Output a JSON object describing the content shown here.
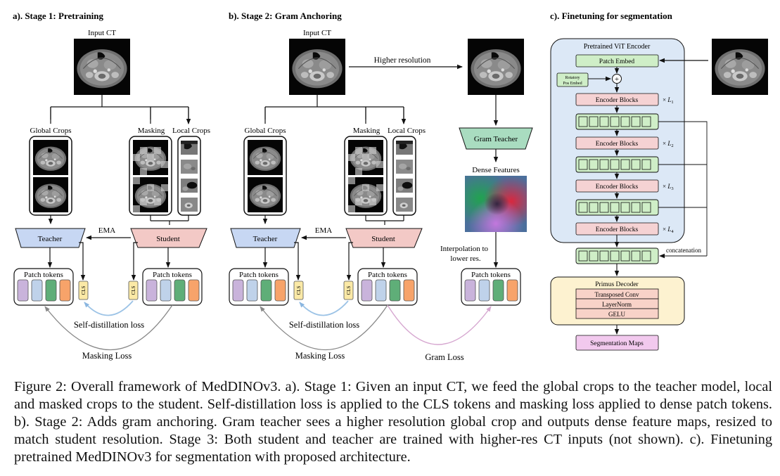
{
  "panel_a": {
    "title": "a). Stage 1: Pretraining",
    "input_label": "Input CT",
    "global_crops_label": "Global Crops",
    "masking_label": "Masking",
    "local_crops_label": "Local Crops",
    "teacher_label": "Teacher",
    "student_label": "Student",
    "ema_label": "EMA",
    "patch_tokens_teacher": "Patch tokens",
    "patch_tokens_student": "Patch tokens",
    "cls_label": "CLS",
    "self_distillation_label": "Self-distillation loss",
    "masking_loss_label": "Masking Loss"
  },
  "panel_b": {
    "title": "b). Stage 2: Gram Anchoring",
    "input_label": "Input CT",
    "higher_resolution_label": "Higher resolution",
    "global_crops_label": "Global Crops",
    "masking_label": "Masking",
    "local_crops_label": "Local Crops",
    "gram_teacher_label": "Gram Teacher",
    "dense_features_label": "Dense Features",
    "interpolation_label_1": "Interpolation to",
    "interpolation_label_2": "lower res.",
    "teacher_label": "Teacher",
    "student_label": "Student",
    "ema_label": "EMA",
    "patch_tokens_teacher": "Patch tokens",
    "patch_tokens_student": "Patch tokens",
    "patch_tokens_gram": "Patch tokens",
    "cls_label": "CLS",
    "self_distillation_label": "Self-distillation loss",
    "masking_loss_label": "Masking Loss",
    "gram_loss_label": "Gram Loss"
  },
  "panel_c": {
    "title": "c). Finetuning for segmentation",
    "encoder_title": "Pretrained ViT Encoder",
    "patch_embed_label": "Patch Embed",
    "rotary_label_1": "Rotatory",
    "rotary_label_2": "Pos Embed",
    "plus_symbol": "+",
    "encoder_blocks": [
      {
        "label": "Encoder Blocks",
        "times": "×",
        "l": "L",
        "sub": "1"
      },
      {
        "label": "Encoder Blocks",
        "times": "×",
        "l": "L",
        "sub": "2"
      },
      {
        "label": "Encoder Blocks",
        "times": "×",
        "l": "L",
        "sub": "3"
      },
      {
        "label": "Encoder Blocks",
        "times": "×",
        "l": "L",
        "sub": "4"
      }
    ],
    "concatenation_label": "concatenation",
    "decoder_title": "Primus Decoder",
    "decoder_layers": [
      "Transposed Conv",
      "LayerNorm",
      "GELU"
    ],
    "output_label": "Segmentation Maps"
  },
  "caption": "Figure 2: Overall framework of MedDINOv3. a). Stage 1: Given an input CT, we feed the global crops to the teacher model, local and masked crops to the student. Self-distillation loss is applied to the CLS tokens and masking loss applied to dense patch tokens. b). Stage 2: Adds gram anchoring. Gram teacher sees a higher resolution global crop and outputs dense feature maps, resized to match student resolution. Stage 3: Both student and teacher are trained with higher-res CT inputs (not shown). c). Finetuning pretrained MedDINOv3 for segmentation with proposed architecture.",
  "colors": {
    "teacher": "#c7d7f3",
    "student": "#f3c9c6",
    "cls": "#fbe9a6",
    "token_purple": "#c9b3db",
    "token_blue": "#bfd2ea",
    "token_green": "#5fae78",
    "token_orange": "#f7a36a",
    "gram_teacher": "#a9dcc0",
    "encoder_bg": "#dce8f6",
    "patch_embed": "#cfeec7",
    "encoder_block": "#f5d2d3",
    "feature_cell": "#cfeec7",
    "decoder_bg": "#fdf2d0",
    "decoder_layer": "#f8d2c8",
    "seg_maps": "#f2c9ee",
    "distill_arc": "#9cc3e6",
    "gram_arc": "#d6a7d0",
    "mask_arc": "#888888"
  }
}
